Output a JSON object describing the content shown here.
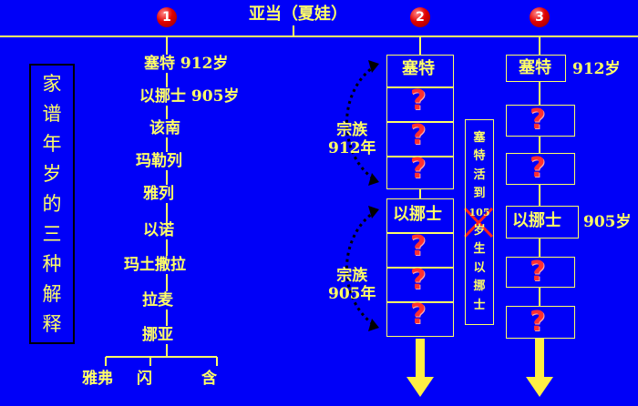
{
  "top": {
    "label": "亚当（夏娃）",
    "markers": [
      "1",
      "2",
      "3"
    ]
  },
  "side_title": {
    "chars": [
      "家",
      "谱",
      "年",
      "岁",
      "的",
      "三",
      "种",
      "解",
      "释"
    ]
  },
  "col1": {
    "gen1": "塞特 912岁",
    "gen2": "以挪士 905岁",
    "chain": [
      "该南",
      "玛勒列",
      "雅列",
      "以诺",
      "玛土撒拉",
      "拉麦",
      "挪亚"
    ],
    "sons": [
      "雅弗",
      "闪",
      "含"
    ]
  },
  "col2": {
    "box1": "塞特",
    "box2": "以挪士",
    "q": "?",
    "clan1": [
      "宗族",
      "912年"
    ],
    "clan2": [
      "宗族",
      "905年"
    ]
  },
  "note": {
    "chars": [
      "塞",
      "特",
      "活",
      "到",
      "105",
      "岁",
      "生",
      "以",
      "挪",
      "士"
    ]
  },
  "col3": {
    "box1": "塞特",
    "age1": "912岁",
    "box2": "以挪士",
    "age2": "905岁",
    "q": "?"
  },
  "colors": {
    "background": "#0000f8",
    "text": "#ffff66",
    "question": "#ff3030",
    "marker": "#e00000"
  }
}
